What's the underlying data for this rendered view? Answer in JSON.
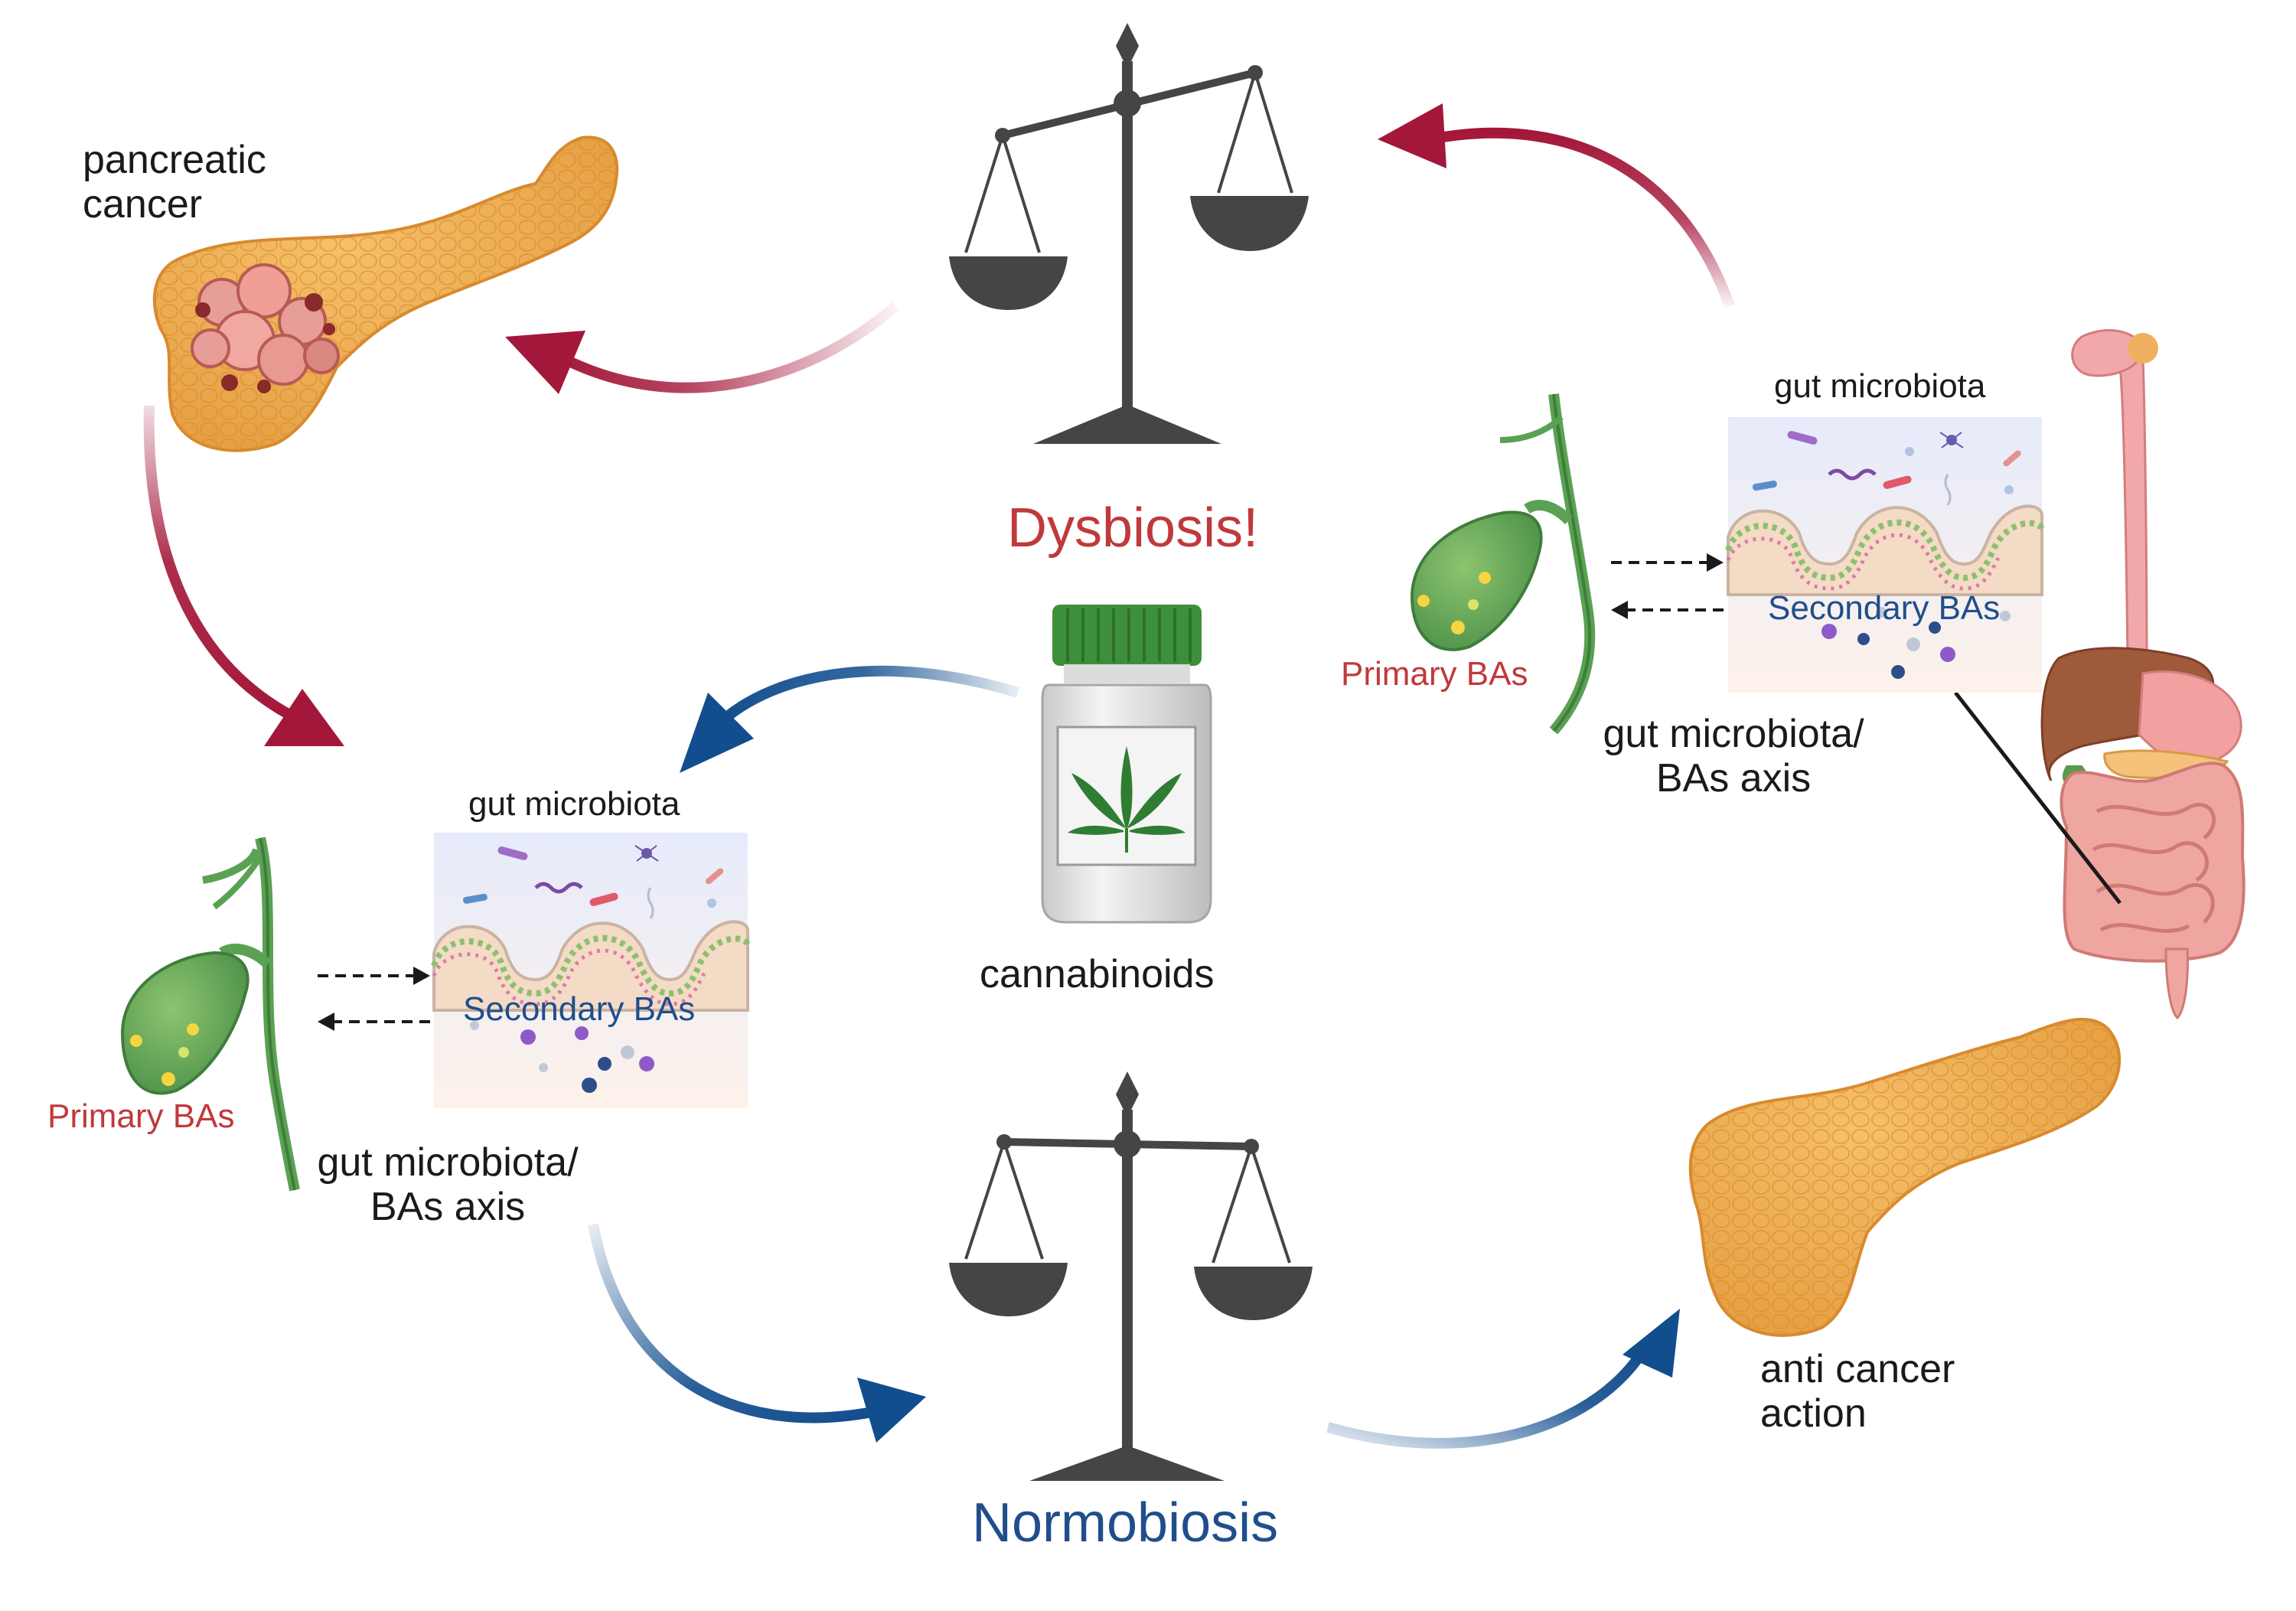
{
  "labels": {
    "pancreatic_cancer": "pancreatic\ncancer",
    "dysbiosis": "Dysbiosis!",
    "cannabinoids": "cannabinoids",
    "normobiosis": "Normobiosis",
    "anti_cancer_action": "anti cancer\naction"
  },
  "left_axis": {
    "gut_microbiota": "gut microbiota",
    "secondary_bas": "Secondary BAs",
    "primary_bas": "Primary BAs",
    "axis_label": "gut microbiota/\nBAs axis"
  },
  "right_axis": {
    "gut_microbiota": "gut microbiota",
    "secondary_bas": "Secondary BAs",
    "primary_bas": "Primary BAs",
    "axis_label": "gut microbiota/\nBAs axis"
  },
  "colors": {
    "dysbiosis_red": "#a3173a",
    "normobiosis_blue": "#124d8e",
    "pancreas_orange": "#f0a94a",
    "gallbladder_green": "#5aa153",
    "scale_dark": "#454545",
    "cannabis_green": "#2f7d32"
  }
}
